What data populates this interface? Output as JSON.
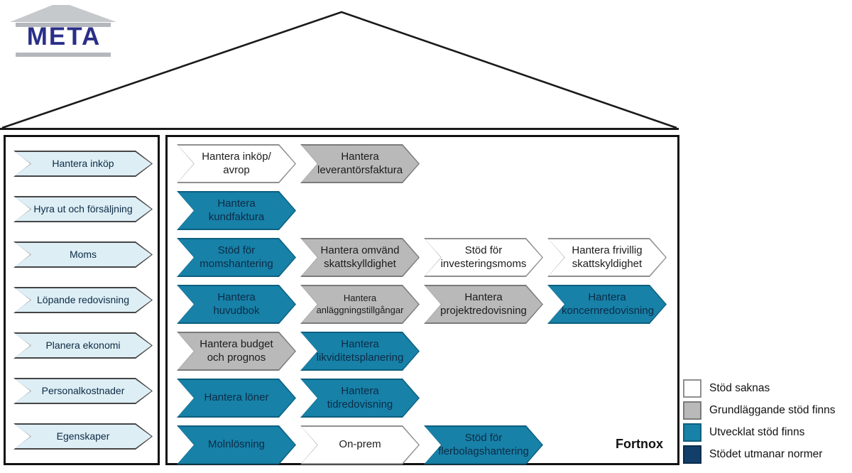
{
  "logo": {
    "text": "META"
  },
  "colors": {
    "fill_none": "#ffffff",
    "border_none": "#8f8f8f",
    "fill_basic": "#b9b9b9",
    "border_basic": "#7a7a7a",
    "fill_developed": "#1781a8",
    "border_developed": "#0d5f7e",
    "fill_challenging": "#123f6a",
    "border_challenging": "#0a2c4d",
    "fill_category": "#ddeef5",
    "border_category": "#454545",
    "text_dark": "#0d2b45",
    "text_neutral": "#1c1c1c",
    "panel_border": "#111111",
    "logo_navy": "#2a2f88",
    "logo_gray": "#b4b8bc"
  },
  "sidebar": {
    "items": [
      {
        "label": "Hantera inköp",
        "status": "category"
      },
      {
        "label": "Hyra ut och försäljning",
        "status": "category"
      },
      {
        "label": "Moms",
        "status": "category"
      },
      {
        "label": "Löpande redovisning",
        "status": "category"
      },
      {
        "label": "Planera ekonomi",
        "status": "category"
      },
      {
        "label": "Personalkostnader",
        "status": "category"
      },
      {
        "label": "Egenskaper",
        "status": "category"
      }
    ]
  },
  "main": {
    "brand": "Fortnox",
    "rows": [
      {
        "items": [
          {
            "label": "Hantera inköp/ avrop",
            "status": "none"
          },
          {
            "label": "Hantera leverantörsfaktura",
            "status": "basic"
          }
        ]
      },
      {
        "items": [
          {
            "label": "Hantera kundfaktura",
            "status": "developed"
          }
        ]
      },
      {
        "items": [
          {
            "label": "Stöd för momshantering",
            "status": "developed"
          },
          {
            "label": "Hantera omvänd skattskylldighet",
            "status": "basic"
          },
          {
            "label": "Stöd för investeringsmoms",
            "status": "none"
          },
          {
            "label": "Hantera frivillig skattskyldighet",
            "status": "none"
          }
        ]
      },
      {
        "items": [
          {
            "label": "Hantera huvudbok",
            "status": "developed"
          },
          {
            "label": "Hantera anläggningstillgångar",
            "status": "basic sm"
          },
          {
            "label": "Hantera projektredovisning",
            "status": "basic"
          },
          {
            "label": "Hantera koncernredovisning",
            "status": "developed"
          }
        ]
      },
      {
        "items": [
          {
            "label": "Hantera budget och prognos",
            "status": "basic"
          },
          {
            "label": "Hantera likviditetsplanering",
            "status": "developed"
          }
        ]
      },
      {
        "items": [
          {
            "label": "Hantera löner",
            "status": "developed"
          },
          {
            "label": "Hantera tidredovisning",
            "status": "developed"
          }
        ]
      },
      {
        "items": [
          {
            "label": "Molnlösning",
            "status": "developed"
          },
          {
            "label": "On-prem",
            "status": "none"
          },
          {
            "label": "Stöd för flerbolagshantering",
            "status": "developed"
          }
        ]
      }
    ]
  },
  "legend": {
    "items": [
      {
        "label": "Stöd saknas",
        "status": "none"
      },
      {
        "label": "Grundläggande stöd finns",
        "status": "basic"
      },
      {
        "label": "Utvecklat stöd finns",
        "status": "developed"
      },
      {
        "label": "Stödet utmanar normer",
        "status": "challenging"
      }
    ]
  }
}
